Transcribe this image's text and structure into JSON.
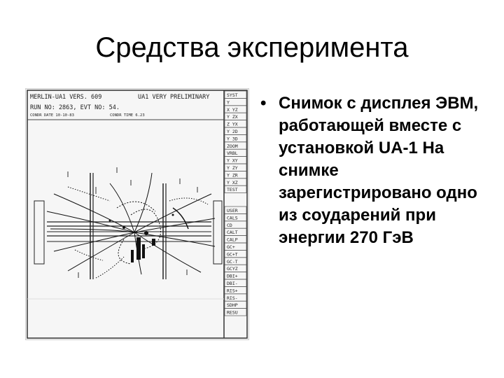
{
  "slide": {
    "title": "Средства эксперимента",
    "bullet": {
      "glyph": "•",
      "text": "Снимок с дисплея ЭВМ, работающей вместе с установкой UA-1 На снимке зарегистрировано одно из соударений при энергии 270 ГэВ"
    }
  },
  "display": {
    "header_line1": "MERLIN-UA1 VERS. 609",
    "header_preliminary": "UA1 VERY PRELIMINARY",
    "header_line2": "RUN NO: 2863, EVT NO: 54.",
    "header_line3": "CONDR DATE 10-10-83",
    "header_time": "CONDR TIME 6.23",
    "menu_top": [
      "SYST",
      "Y",
      "X YZ",
      "Y ZX",
      "Z YX",
      "Y 2D",
      "Y 3D",
      "ZOOM",
      "VRBL",
      "Y XY",
      "Y ZY",
      "Y ZR",
      "Y XZ",
      "TEST"
    ],
    "menu_bottom": [
      "USER",
      "CALS",
      "CD",
      "CALT",
      "CALP",
      "GC+",
      "GC+T",
      "GC-T",
      "GCYZ",
      "DBI+",
      "DBI-",
      "RIS+",
      "RIS-",
      "SDHP",
      "RESU"
    ]
  }
}
